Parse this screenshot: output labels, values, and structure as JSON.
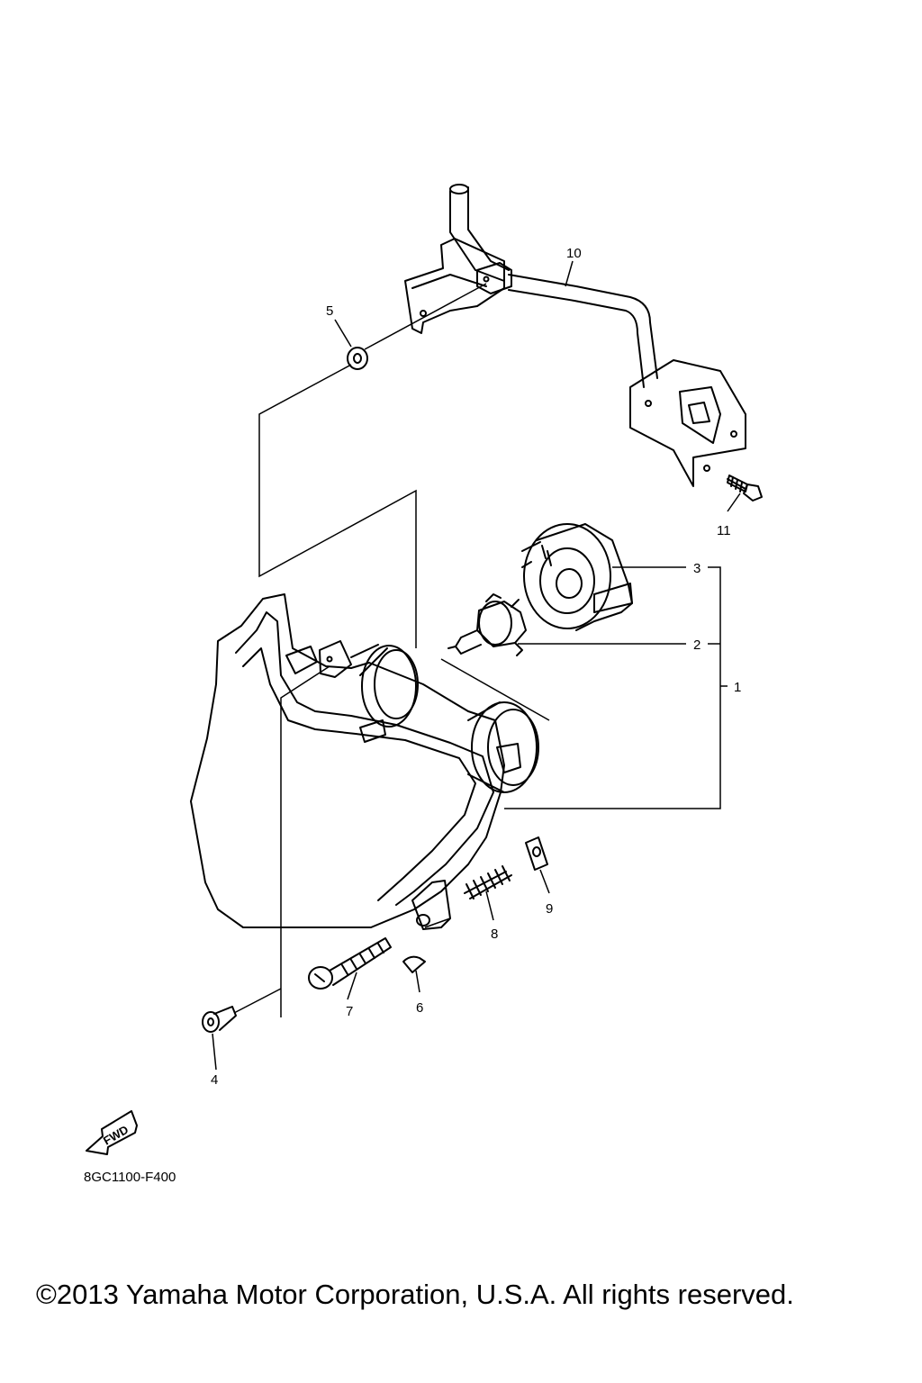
{
  "diagram": {
    "callouts": [
      {
        "id": "1",
        "label": "1"
      },
      {
        "id": "2",
        "label": "2"
      },
      {
        "id": "3",
        "label": "3"
      },
      {
        "id": "4",
        "label": "4"
      },
      {
        "id": "5",
        "label": "5"
      },
      {
        "id": "6",
        "label": "6"
      },
      {
        "id": "7",
        "label": "7"
      },
      {
        "id": "8",
        "label": "8"
      },
      {
        "id": "9",
        "label": "9"
      },
      {
        "id": "10",
        "label": "10"
      },
      {
        "id": "11",
        "label": "11"
      }
    ],
    "fwd_label": "FWD",
    "drawing_code": "8GC1100-F400"
  },
  "footer": {
    "copyright": "©2013 Yamaha Motor Corporation, U.S.A. All rights reserved."
  }
}
